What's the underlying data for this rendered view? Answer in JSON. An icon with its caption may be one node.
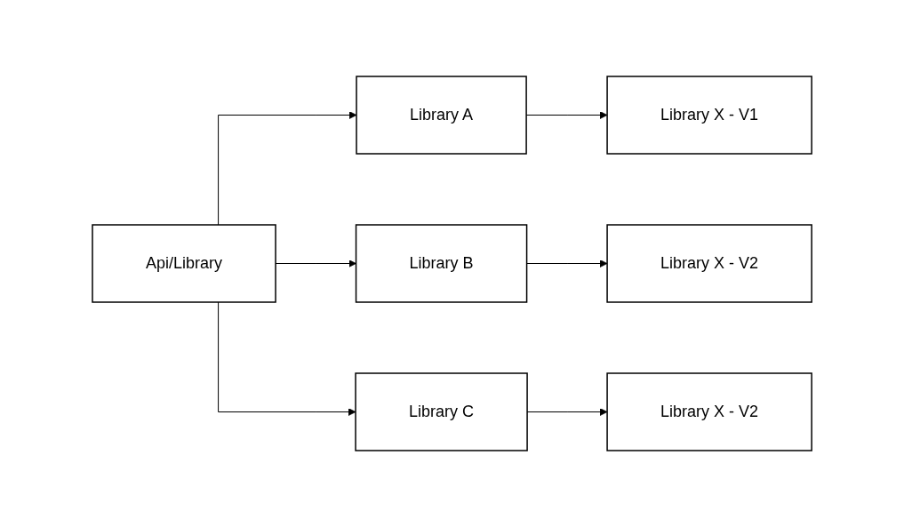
{
  "diagram": {
    "nodes": [
      {
        "text": [
          "Api/Library"
        ]
      },
      {
        "text": [
          "Library A"
        ]
      },
      {
        "text": [
          "Library B"
        ]
      },
      {
        "text": [
          "Library C"
        ]
      },
      {
        "text": [
          "Library X - V1"
        ]
      },
      {
        "text": [
          "Library X - V2"
        ]
      },
      {
        "text": [
          "Library X - V2"
        ]
      }
    ],
    "edges": [
      {
        "from": 0,
        "to": 1,
        "arrow": "to"
      },
      {
        "from": 0,
        "to": 2,
        "arrow": "to"
      },
      {
        "from": 0,
        "to": 3,
        "arrow": "to"
      },
      {
        "from": 1,
        "to": 4,
        "arrow": "to"
      },
      {
        "from": 2,
        "to": 5,
        "arrow": "to"
      },
      {
        "from": 3,
        "to": 6,
        "arrow": "to"
      }
    ]
  }
}
